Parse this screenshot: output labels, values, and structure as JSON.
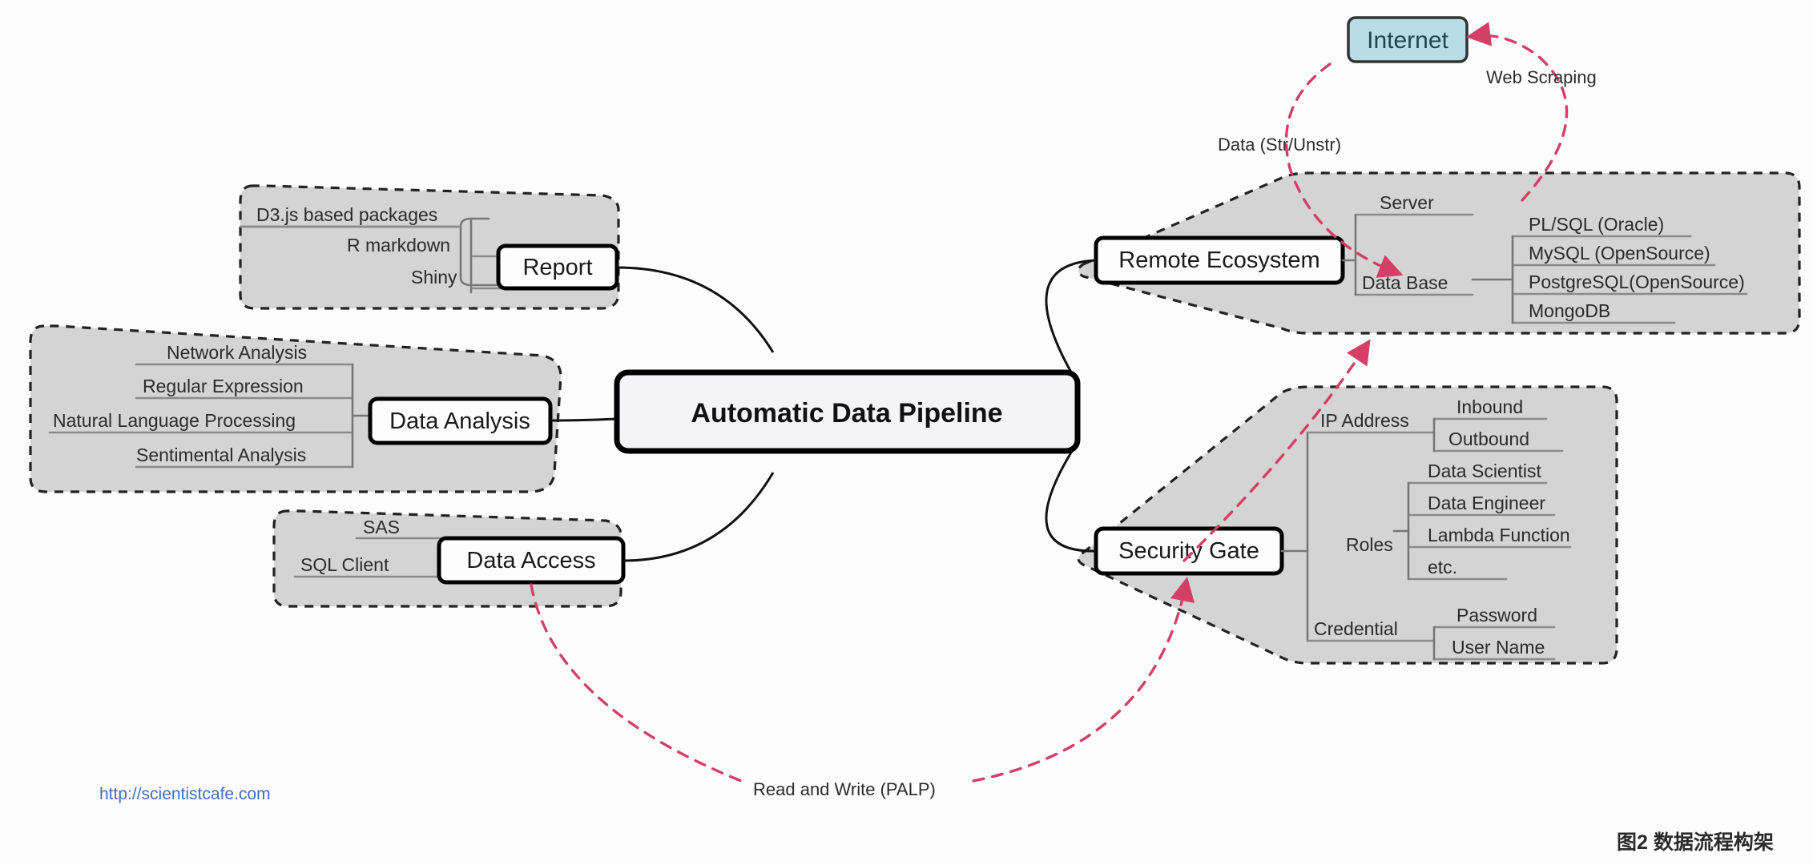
{
  "center": {
    "label": "Automatic Data Pipeline"
  },
  "nodes": {
    "report": "Report",
    "data_analysis": "Data Analysis",
    "data_access": "Data Access",
    "remote_ecosystem": "Remote Ecosystem",
    "security_gate": "Security Gate",
    "internet": "Internet"
  },
  "branches": {
    "report_items": [
      "D3.js based packages",
      "R markdown",
      "Shiny"
    ],
    "analysis_items": [
      "Network Analysis",
      "Regular Expression",
      "Natural Language Processing",
      "Sentimental Analysis"
    ],
    "access_items": [
      "SAS",
      "SQL Client"
    ],
    "remote_items": [
      "Server",
      "Data Base"
    ],
    "database_items": [
      "PL/SQL (Oracle)",
      "MySQL (OpenSource)",
      "PostgreSQL(OpenSource)",
      "MongoDB"
    ],
    "security_items": [
      "IP Address",
      "Roles",
      "Credential"
    ],
    "ip_items": [
      "Inbound",
      "Outbound"
    ],
    "roles_items": [
      "Data Scientist",
      "Data Engineer",
      "Lambda Function",
      "etc."
    ],
    "credential_items": [
      "Password",
      "User Name"
    ]
  },
  "edge_labels": {
    "web_scraping": "Web Scraping",
    "data_str_unstr": "Data (Str/Unstr)",
    "read_write": "Read and Write (PALP)"
  },
  "footer": {
    "url": "http://scientistcafe.com",
    "caption": "图2   数据流程构架"
  },
  "colors": {
    "cloud_fill": "#d2d2d2",
    "accent_red": "#d43f66",
    "internet_fill": "#b9dde6",
    "link_blue": "#3b6fc4"
  }
}
